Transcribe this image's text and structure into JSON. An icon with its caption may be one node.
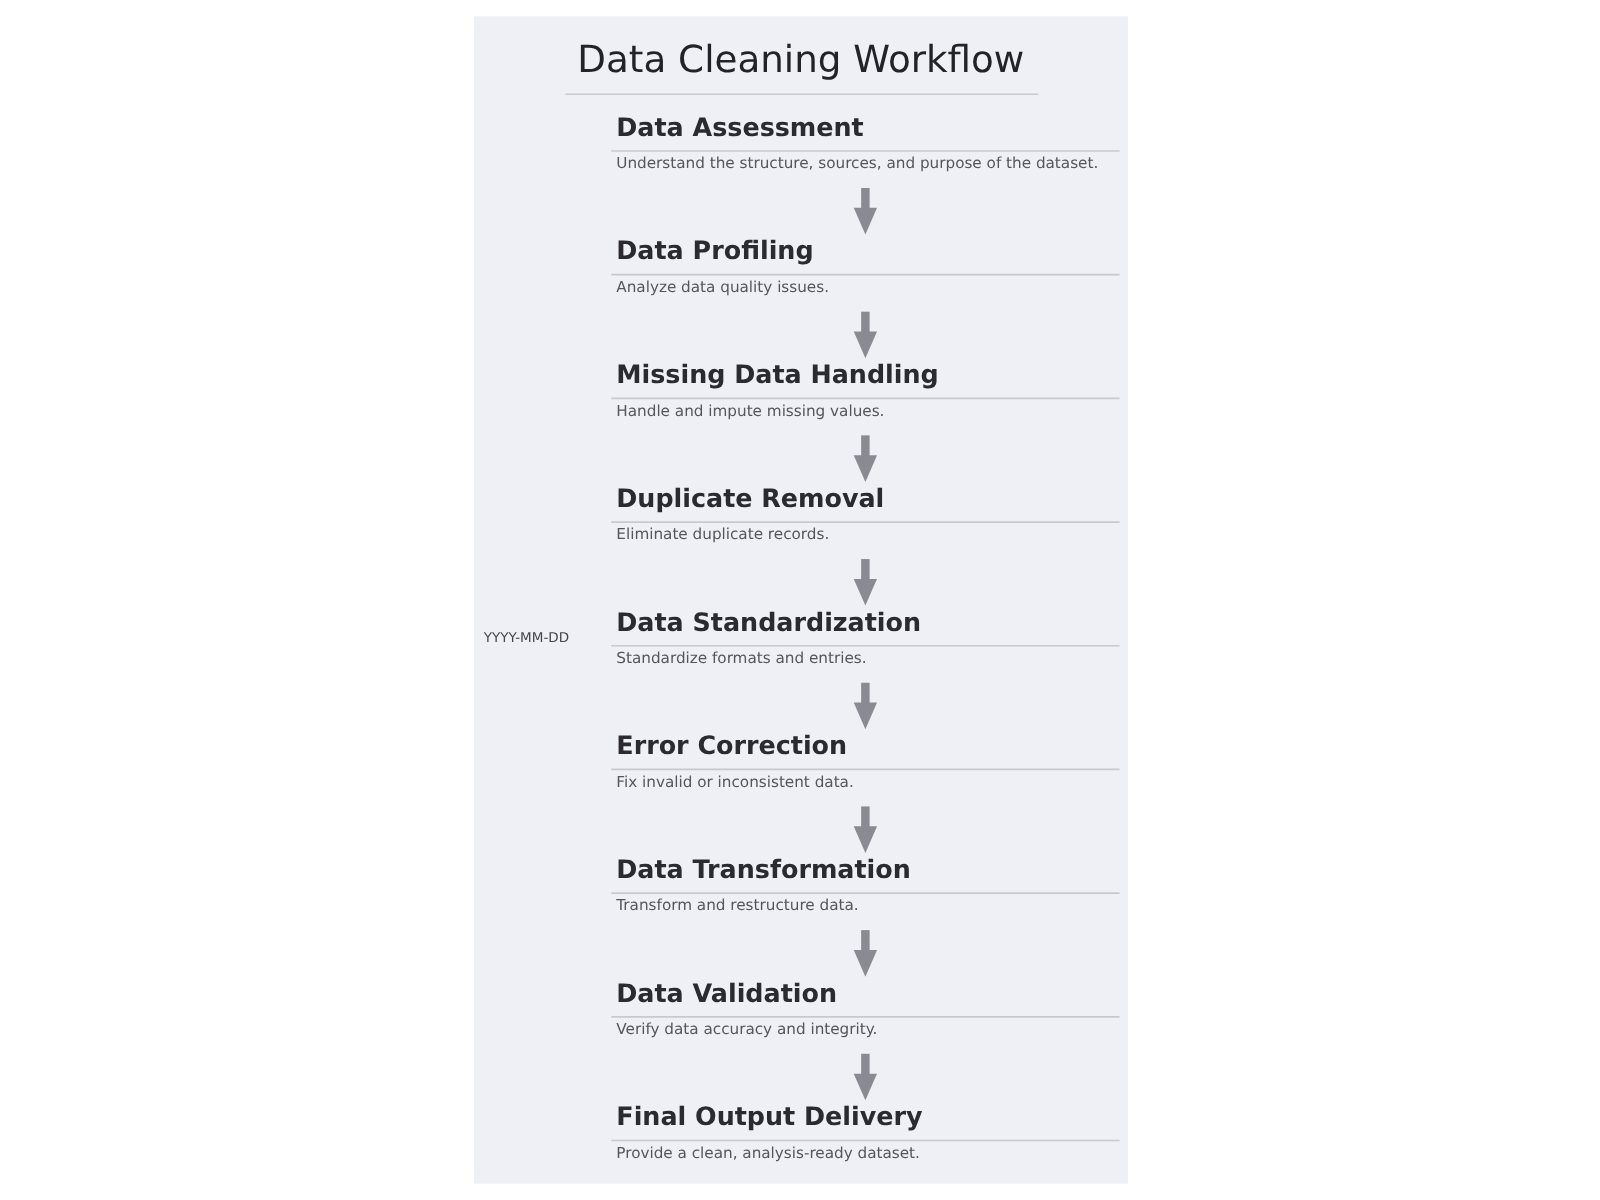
{
  "diagram": {
    "title": "Data Cleaning Workflow",
    "nodes": [
      {
        "text": [
          "Data Assessment",
          "Understand the structure, sources, and purpose of the dataset."
        ]
      },
      {
        "text": [
          "Data Profiling",
          "Analyze data quality issues."
        ]
      },
      {
        "text": [
          "Missing Data Handling",
          "Handle and impute missing values."
        ]
      },
      {
        "text": [
          "Duplicate Removal",
          "Eliminate duplicate records."
        ]
      },
      {
        "text": [
          "Data Standardization",
          "Standardize formats and entries."
        ]
      },
      {
        "text": [
          "Error Correction",
          "Fix invalid or inconsistent data."
        ]
      },
      {
        "text": [
          "Data Transformation",
          "Transform and restructure data."
        ]
      },
      {
        "text": [
          "Data Validation",
          "Verify data accuracy and integrity."
        ]
      },
      {
        "text": [
          "Final Output Delivery",
          "Provide a clean, analysis-ready dataset."
        ]
      }
    ],
    "edges": [
      {
        "from": 0,
        "to": 1,
        "arrow": "to"
      },
      {
        "from": 1,
        "to": 2,
        "arrow": "to"
      },
      {
        "from": 2,
        "to": 3,
        "arrow": "to"
      },
      {
        "from": 3,
        "to": 4,
        "arrow": "to"
      },
      {
        "from": 4,
        "to": 5,
        "arrow": "to"
      },
      {
        "from": 5,
        "to": 6,
        "arrow": "to"
      },
      {
        "from": 6,
        "to": 7,
        "arrow": "to"
      },
      {
        "from": 7,
        "to": 8,
        "arrow": "to"
      }
    ],
    "labels": [
      "YYYY-MM-DD"
    ]
  }
}
